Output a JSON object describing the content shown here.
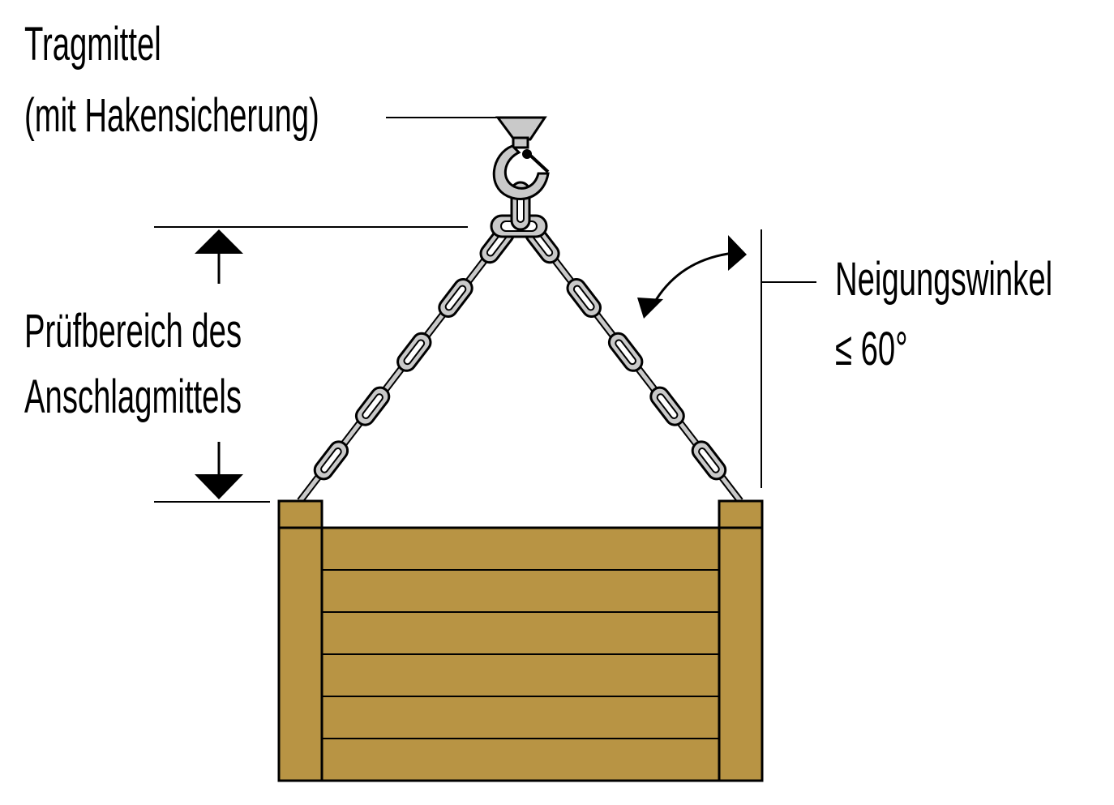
{
  "labels": {
    "tragmittel_line1": "Tragmittel",
    "tragmittel_line2": "(mit Hakensicherung)",
    "pruef_line1": "Prüfbereich des",
    "pruef_line2": "Anschlagmittels",
    "neigung_line1": "Neigungswinkel",
    "neigung_line2": "≤ 60°"
  },
  "colors": {
    "crate": "#b89444",
    "chain": "#c9c9c9",
    "hook": "#c9c9c9",
    "outline": "#000000"
  },
  "icons": {
    "hook": "crane-hook-icon",
    "chain": "chain-link-icon",
    "crate": "wooden-crate-icon"
  }
}
